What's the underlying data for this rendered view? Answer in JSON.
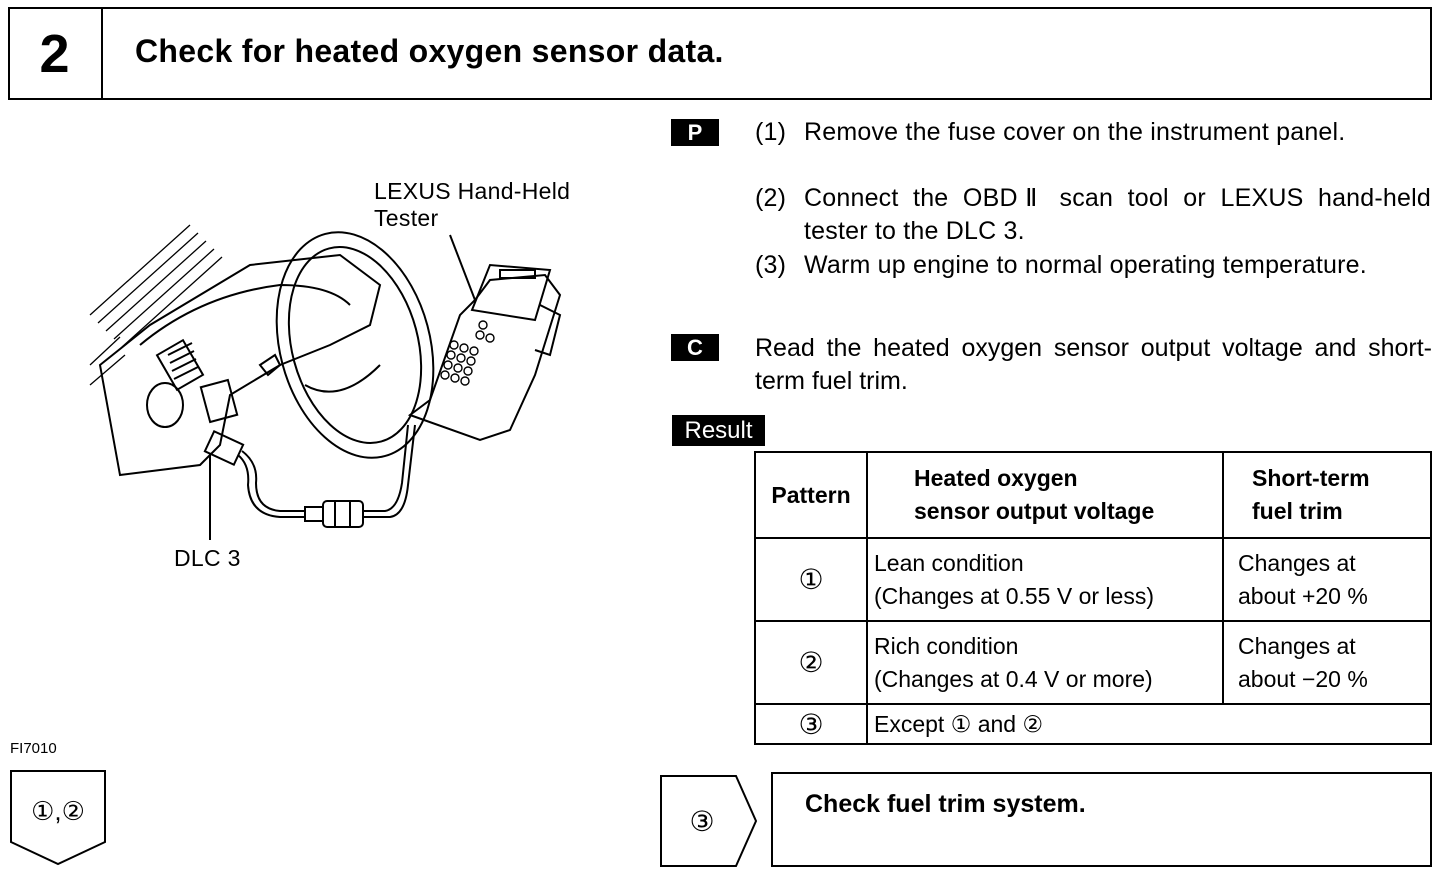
{
  "header": {
    "step_number": "2",
    "title": "Check for heated oxygen sensor data."
  },
  "procedure": {
    "p_tag": "P",
    "steps": [
      {
        "num": "(1)",
        "text": "Remove the fuse cover on the instrument panel."
      },
      {
        "num": "(2)",
        "text": "Connect the OBDⅡ scan tool or LEXUS hand-held tester to the DLC 3."
      },
      {
        "num": "(3)",
        "text": "Warm up engine to normal operating temperature."
      }
    ],
    "c_tag": "C",
    "check_text": "Read the heated oxygen sensor output voltage and short-term fuel trim."
  },
  "illustration": {
    "tester_label_line1": "LEXUS Hand-Held",
    "tester_label_line2": "Tester",
    "dlc_label": "DLC 3",
    "figure_id": "FI7010"
  },
  "result": {
    "tag": "Result",
    "headers": {
      "pattern": "Pattern",
      "voltage_line1": "Heated oxygen",
      "voltage_line2": "sensor output voltage",
      "trim_line1": "Short-term",
      "trim_line2": "fuel trim"
    },
    "rows": [
      {
        "pattern": "①",
        "voltage_line1": "Lean condition",
        "voltage_line2": "(Changes at 0.55 V or less)",
        "trim_line1": "Changes at",
        "trim_line2": "about +20 %"
      },
      {
        "pattern": "②",
        "voltage_line1": "Rich condition",
        "voltage_line2": "(Changes at 0.4 V or more)",
        "trim_line1": "Changes at",
        "trim_line2": "about −20 %"
      },
      {
        "pattern": "③",
        "voltage_line1": "Except ① and ②"
      }
    ]
  },
  "navigation": {
    "left_badge": "①,②",
    "right_badge": "③",
    "next_action": "Check fuel trim system."
  }
}
